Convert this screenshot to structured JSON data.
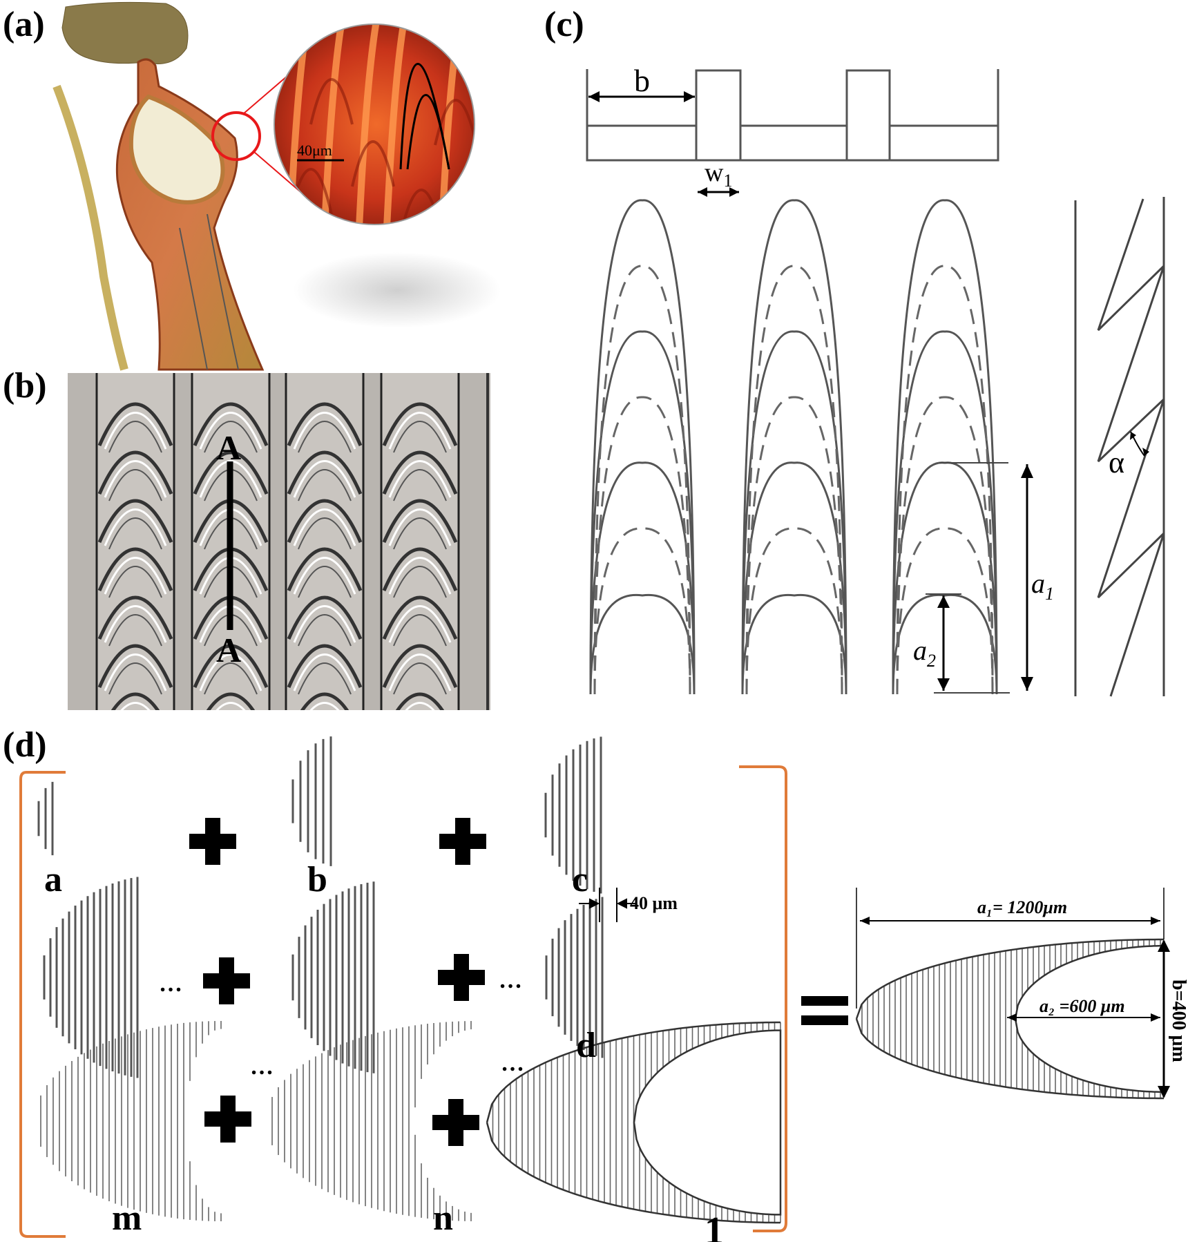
{
  "panels": {
    "a": {
      "label": "(a)",
      "scale_text": "40μm"
    },
    "b": {
      "label": "(b)",
      "section_top": "A",
      "section_bottom": "A"
    },
    "c": {
      "label": "(c)",
      "b": "b",
      "w1": "w",
      "w1_sub": "1",
      "a1": "a",
      "a1_sub": "1",
      "a2": "a",
      "a2_sub": "2",
      "alpha": "α"
    },
    "d": {
      "label": "(d)",
      "steps": [
        "a",
        "b",
        "c",
        "d",
        "m",
        "n",
        "1"
      ],
      "spacing": "40 μm",
      "ellipsis": "…",
      "equals": "=",
      "dim_a1": "a₁= 1200μm",
      "dim_a2": "a₂ =600 μm",
      "dim_b": "b=400 μm"
    }
  },
  "colors": {
    "bracket": "#e07b39",
    "photo_red": "#c8341a",
    "gray": "#b9b5b0"
  }
}
